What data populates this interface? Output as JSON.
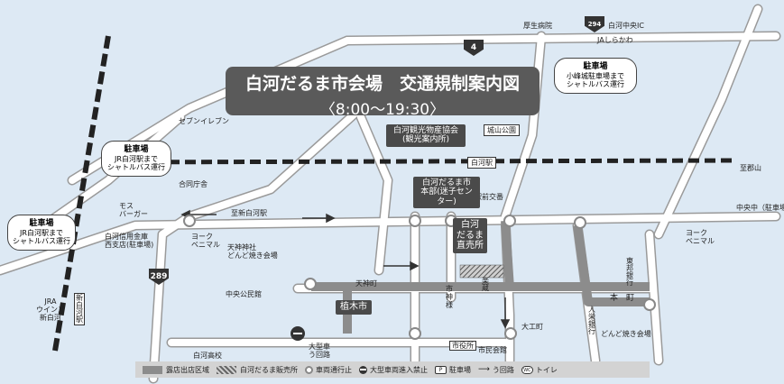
{
  "title": {
    "main": "白河だるま市会場　交通規制案内図",
    "time": "〈8:00〜19:30〉"
  },
  "route_badges": {
    "r4": "4",
    "r294": "294",
    "r289": "289"
  },
  "labels": {
    "kosei_hospital": "厚生病院",
    "shirakawa_chuo_ic": "白河中央IC",
    "ja": "JAしらかわ",
    "seven_eleven": "セブンイレブン",
    "goudou_chousha": "合同庁舎",
    "mos_burger": "モス\nバーガー",
    "shinkin": "白河信用金庫\n西支店(駐車場)",
    "york_benimaru_w": "ヨーク\nベニマル",
    "tenjin_shrine": "天神神社\nどんど焼き会場",
    "to_shinshirakawa": "至新白河駅",
    "chuo_kominkan": "中央公民館",
    "tenjinmachi": "天神町",
    "ichinomachi": "市\n神\n様",
    "shirakawa_koko": "白河高校",
    "oogatasha": "大型車\nう回路",
    "shiyakusho": "市役所",
    "shimin_kaikan": "市民会館",
    "daikumachi": "大工町",
    "jinkou": "人\n栄\n銀\n行",
    "dondo2": "どんど焼き会場",
    "honmachi": "本　町",
    "toho_bank": "東\n邦\n銀\n行",
    "york_benimaru_e": "ヨーク\nベニマル",
    "chuo_naka": "中央中（駐車場）",
    "to_koriyama": "至郡山",
    "shirakawa_station": "白河駅",
    "ekimae_koban": "駅前交番",
    "joshi_park": "城山公園",
    "jra": "JRA\nウインズ\n新白河",
    "shinshirakawa_st": "新\n白\n河\n駅",
    "raku": "楽\n蔵"
  },
  "dark_labels": {
    "kankou": "白河観光物産協会\n(観光案内所)",
    "honbu": "白河だるま市\n本部(迷子センター)",
    "chokubai": "白河\nだるま\n直売所",
    "uekiichi": "植木市"
  },
  "callouts": {
    "komine": {
      "title": "駐車場",
      "text": "小峰城駐車場まで\nシャトルバス運行"
    },
    "jr_shirakawa": {
      "title": "駐車場",
      "text": "JR白河駅まで\nシャトルバス運行"
    },
    "jr_shinshirakawa": {
      "title": "駐車場",
      "text": "JR白河駅まで\nシャトルバス運行"
    }
  },
  "legend": {
    "stall": "露店出店区域",
    "sale": "白河だるま販売所",
    "stop": "車両通行止",
    "noentry": "大型車両進入禁止",
    "parking_icon": "P",
    "parking": "駐車場",
    "detour": "う回路",
    "wc_icon": "WC",
    "toilet": "トイレ"
  },
  "colors": {
    "background": "#dde9f4",
    "road": "#ffffff",
    "road_edge": "#9a9a9a",
    "stall_area": "#8c8c8c",
    "dark_box": "#4a4a4a",
    "rail": "#222222"
  }
}
